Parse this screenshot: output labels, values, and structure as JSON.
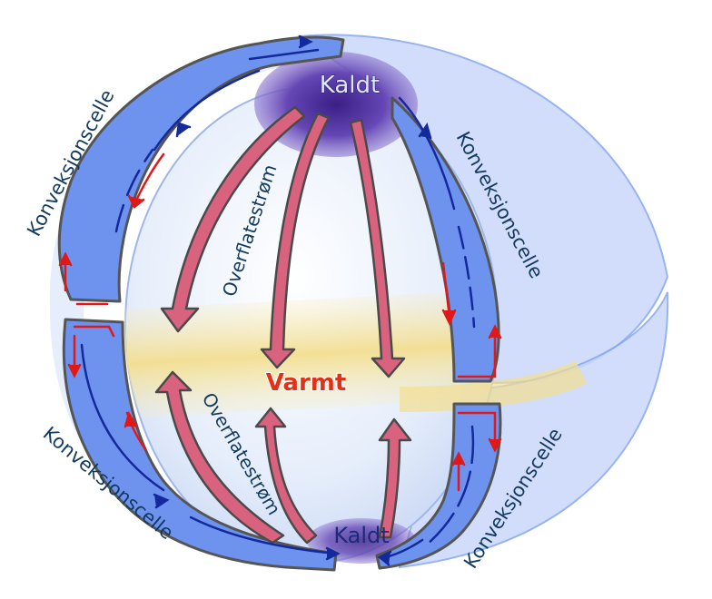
{
  "labels": {
    "cold_top": "Kaldt",
    "cold_bottom": "Kaldt",
    "warm": "Varmt",
    "surface_current_upper": "Overflatestrøm",
    "surface_current_lower": "Overflatestrøm",
    "cell_upper_left": "Konveksjonscelle",
    "cell_upper_right": "Konveksjonscelle",
    "cell_lower_left": "Konveksjonscelle",
    "cell_lower_right": "Konveksjonscelle"
  },
  "colors": {
    "globe_light": "#eef3fb",
    "outer_shell": "#c9d8fa",
    "cell_blue": "#6d93ee",
    "cold_purple": "#5a3fa8",
    "warm_band": "#f6e7a6",
    "surface_arrow": "#d9627e",
    "flow_dark_blue": "#13299c",
    "flow_red": "#e01818",
    "label_text": "#123a5e",
    "warm_text": "#e0321b"
  }
}
